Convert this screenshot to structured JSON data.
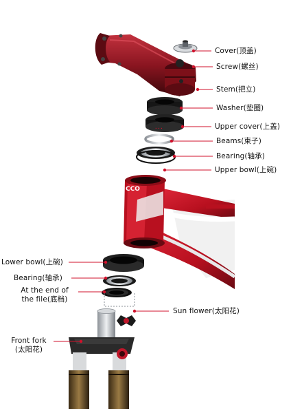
{
  "labels": {
    "cover": "Cover(顶盖)",
    "screw": "Screw(螺丝)",
    "stem": "Stem(把立)",
    "washer": "Washer(垫圈)",
    "upper_cover": "Upper cover(上盖)",
    "beams": "Beams(束子)",
    "bearing_top": "Bearing(轴承)",
    "upper_bowl": "Upper bowl(上碗)",
    "lower_bowl": "Lower bowl(上碗)",
    "bearing_bottom": "Bearing(轴承)",
    "end_of_file_line1": "At the end of",
    "end_of_file_line2": "the file(底档)",
    "sun_flower": "Sun flower(太阳花)",
    "front_fork_line1": "Front fork",
    "front_fork_line2": "(太阳花)"
  },
  "brand_marks": {
    "frame_top": "CCO",
    "frame_side": "CCO"
  },
  "colors": {
    "frame_red": "#c0162a",
    "frame_dark_red": "#7a0f18",
    "stem_red": "#8a1520",
    "ring_black": "#1a1a1a",
    "silver": "#b9bec4",
    "leader_red": "#d0112b",
    "white_panel": "#f2f2f2"
  }
}
